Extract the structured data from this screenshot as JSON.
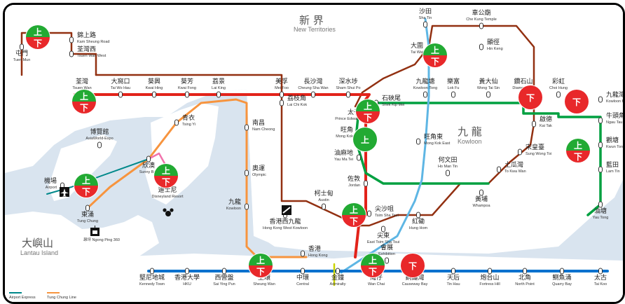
{
  "areas": {
    "new_territories": {
      "zh": "新 界",
      "en": "New Territories"
    },
    "kowloon": {
      "zh": "九 龍",
      "en": "Kowloon"
    },
    "lantau": {
      "zh": "大嶼山",
      "en": "Lantau Island"
    }
  },
  "stations": [
    {
      "id": "kam-sheung-road",
      "zh": "錦上路",
      "en": "Kam Sheung Road"
    },
    {
      "id": "tuen-mun",
      "zh": "屯門",
      "en": "Tuen Mun"
    },
    {
      "id": "tsuen-wan-west",
      "zh": "荃灣西",
      "en": "Tsuen Wan West"
    },
    {
      "id": "tsuen-wan",
      "zh": "荃灣",
      "en": "Tsuen Wan"
    },
    {
      "id": "tai-wo-hau",
      "zh": "大窩口",
      "en": "Tai Wo Hau"
    },
    {
      "id": "kwai-hing",
      "zh": "葵興",
      "en": "Kwai Hing"
    },
    {
      "id": "kwai-fong",
      "zh": "葵芳",
      "en": "Kwai Fong"
    },
    {
      "id": "lai-king",
      "zh": "荔景",
      "en": "Lai King"
    },
    {
      "id": "mei-foo",
      "zh": "美孚",
      "en": "Mei Foo"
    },
    {
      "id": "cheung-sha-wan",
      "zh": "長沙灣",
      "en": "Cheung Sha Wan"
    },
    {
      "id": "sham-shui-po",
      "zh": "深水埗",
      "en": "Sham Shui Po"
    },
    {
      "id": "lai-chi-kok",
      "zh": "荔枝角",
      "en": "Lai Chi Kok"
    },
    {
      "id": "nam-cheong",
      "zh": "南昌",
      "en": "Nam Cheong"
    },
    {
      "id": "tsing-yi",
      "zh": "青衣",
      "en": "Tsing Yi"
    },
    {
      "id": "asiaworld-expo",
      "zh": "博覽館",
      "en": "AsiaWorld-Expo"
    },
    {
      "id": "airport",
      "zh": "機場",
      "en": "Airport"
    },
    {
      "id": "sunny-bay",
      "zh": "欣澳",
      "en": "Sunny Bay"
    },
    {
      "id": "disneyland",
      "zh": "迪士尼",
      "en": "Disneyland Resort"
    },
    {
      "id": "tung-chung",
      "zh": "東涌",
      "en": "Tung Chung"
    },
    {
      "id": "olympic",
      "zh": "奧運",
      "en": "Olympic"
    },
    {
      "id": "kowloon",
      "zh": "九龍",
      "en": "Kowloon"
    },
    {
      "id": "hong-kong-west-kowloon",
      "zh": "香港西九龍",
      "en": "Hong Kong West Kowloon"
    },
    {
      "id": "austin",
      "zh": "柯士甸",
      "en": "Austin"
    },
    {
      "id": "hong-kong",
      "zh": "香港",
      "en": "Hong Kong"
    },
    {
      "id": "sha-tin",
      "zh": "沙田",
      "en": "Sha Tin"
    },
    {
      "id": "che-kung-temple",
      "zh": "車公廟",
      "en": "Che Kung Temple"
    },
    {
      "id": "tai-wai",
      "zh": "大圍",
      "en": "Tai Wai"
    },
    {
      "id": "hin-keng",
      "zh": "顯徑",
      "en": "Hin Keng"
    },
    {
      "id": "kowloon-tong",
      "zh": "九龍塘",
      "en": "Kowloon Tong"
    },
    {
      "id": "lok-fu",
      "zh": "樂富",
      "en": "Lok Fu"
    },
    {
      "id": "wong-tai-sin",
      "zh": "黃大仙",
      "en": "Wong Tai Sin"
    },
    {
      "id": "diamond-hill",
      "zh": "鑽石山",
      "en": "Diamond Hill"
    },
    {
      "id": "choi-hung",
      "zh": "彩虹",
      "en": "Choi Hung"
    },
    {
      "id": "kowloon-bay",
      "zh": "九龍灣",
      "en": "Kowloon Bay"
    },
    {
      "id": "prince-edward",
      "zh": "太子",
      "en": "Prince Edward"
    },
    {
      "id": "shek-kip-mei",
      "zh": "石硤尾",
      "en": "Shek Kip Mei"
    },
    {
      "id": "mong-kok",
      "zh": "旺角",
      "en": "Mong Kok"
    },
    {
      "id": "mong-kok-east",
      "zh": "旺角東",
      "en": "Mong Kok East"
    },
    {
      "id": "yau-ma-tei",
      "zh": "油麻地",
      "en": "Yau Ma Tei"
    },
    {
      "id": "jordan",
      "zh": "佐敦",
      "en": "Jordan"
    },
    {
      "id": "tsim-sha-tsui",
      "zh": "尖沙咀",
      "en": "Tsim Sha Tsui"
    },
    {
      "id": "east-tsim-sha-tsui",
      "zh": "尖東",
      "en": "East Tsim Sha Tsui"
    },
    {
      "id": "hung-hom",
      "zh": "紅磡",
      "en": "Hung Hom"
    },
    {
      "id": "ho-man-tin",
      "zh": "何文田",
      "en": "Ho Man Tin"
    },
    {
      "id": "whampoa",
      "zh": "黃埔",
      "en": "Whampoa"
    },
    {
      "id": "to-kwa-wan",
      "zh": "土瓜灣",
      "en": "To Kwa Wan"
    },
    {
      "id": "sung-wong-toi",
      "zh": "宋皇臺",
      "en": "Sung Wong Toi"
    },
    {
      "id": "kai-tak",
      "zh": "啟德",
      "en": "Kai Tak"
    },
    {
      "id": "ngau-tau-kok",
      "zh": "牛頭角",
      "en": "Ngau Tau Kok"
    },
    {
      "id": "kwun-tong",
      "zh": "觀塘",
      "en": "Kwun Tong"
    },
    {
      "id": "lam-tin",
      "zh": "藍田",
      "en": "Lam Tin"
    },
    {
      "id": "yau-tong",
      "zh": "油塘",
      "en": "Yau Tong"
    },
    {
      "id": "kennedy-town",
      "zh": "堅尼地城",
      "en": "Kennedy Town"
    },
    {
      "id": "hku",
      "zh": "香港大學",
      "en": "HKU"
    },
    {
      "id": "sai-ying-pun",
      "zh": "西營盤",
      "en": "Sai Ying Pun"
    },
    {
      "id": "sheung-wan",
      "zh": "上環",
      "en": "Sheung Wan"
    },
    {
      "id": "central",
      "zh": "中環",
      "en": "Central"
    },
    {
      "id": "admiralty",
      "zh": "金鐘",
      "en": "Admiralty"
    },
    {
      "id": "exhibition",
      "zh": "會展",
      "en": "Exhibition"
    },
    {
      "id": "wan-chai",
      "zh": "灣仔",
      "en": "Wan Chai"
    },
    {
      "id": "causeway-bay",
      "zh": "銅鑼灣",
      "en": "Causeway Bay"
    },
    {
      "id": "tin-hau",
      "zh": "天后",
      "en": "Tin Hau"
    },
    {
      "id": "fortress-hill",
      "zh": "炮台山",
      "en": "Fortress Hill"
    },
    {
      "id": "north-point",
      "zh": "北角",
      "en": "North Point"
    },
    {
      "id": "quarry-bay",
      "zh": "鰂魚涌",
      "en": "Quarry Bay"
    },
    {
      "id": "tai-koo",
      "zh": "太古",
      "en": "Tai Koo"
    }
  ],
  "markers": {
    "up_label": "上",
    "down_label": "下",
    "up_color": "#22aa33",
    "down_color": "#e8282a"
  },
  "legend": {
    "left": "Airport Express",
    "right": "Tung Chung Line"
  },
  "small_text": {
    "ngong_ping": "昂坪 Ngong Ping 360"
  },
  "colors": {
    "tsuen_wan_line": "#e2231a",
    "kwun_tong_line": "#00a040",
    "island_line": "#0071ce",
    "tung_chung_line": "#f7943e",
    "airport_express": "#00888a",
    "east_rail": "#5eb6e4",
    "tuen_ma_line": "#923011",
    "disneyland_line": "#f173ac",
    "south_island_line": "#cbd300",
    "water": "#d9e4ef",
    "land": "#ffffff"
  }
}
